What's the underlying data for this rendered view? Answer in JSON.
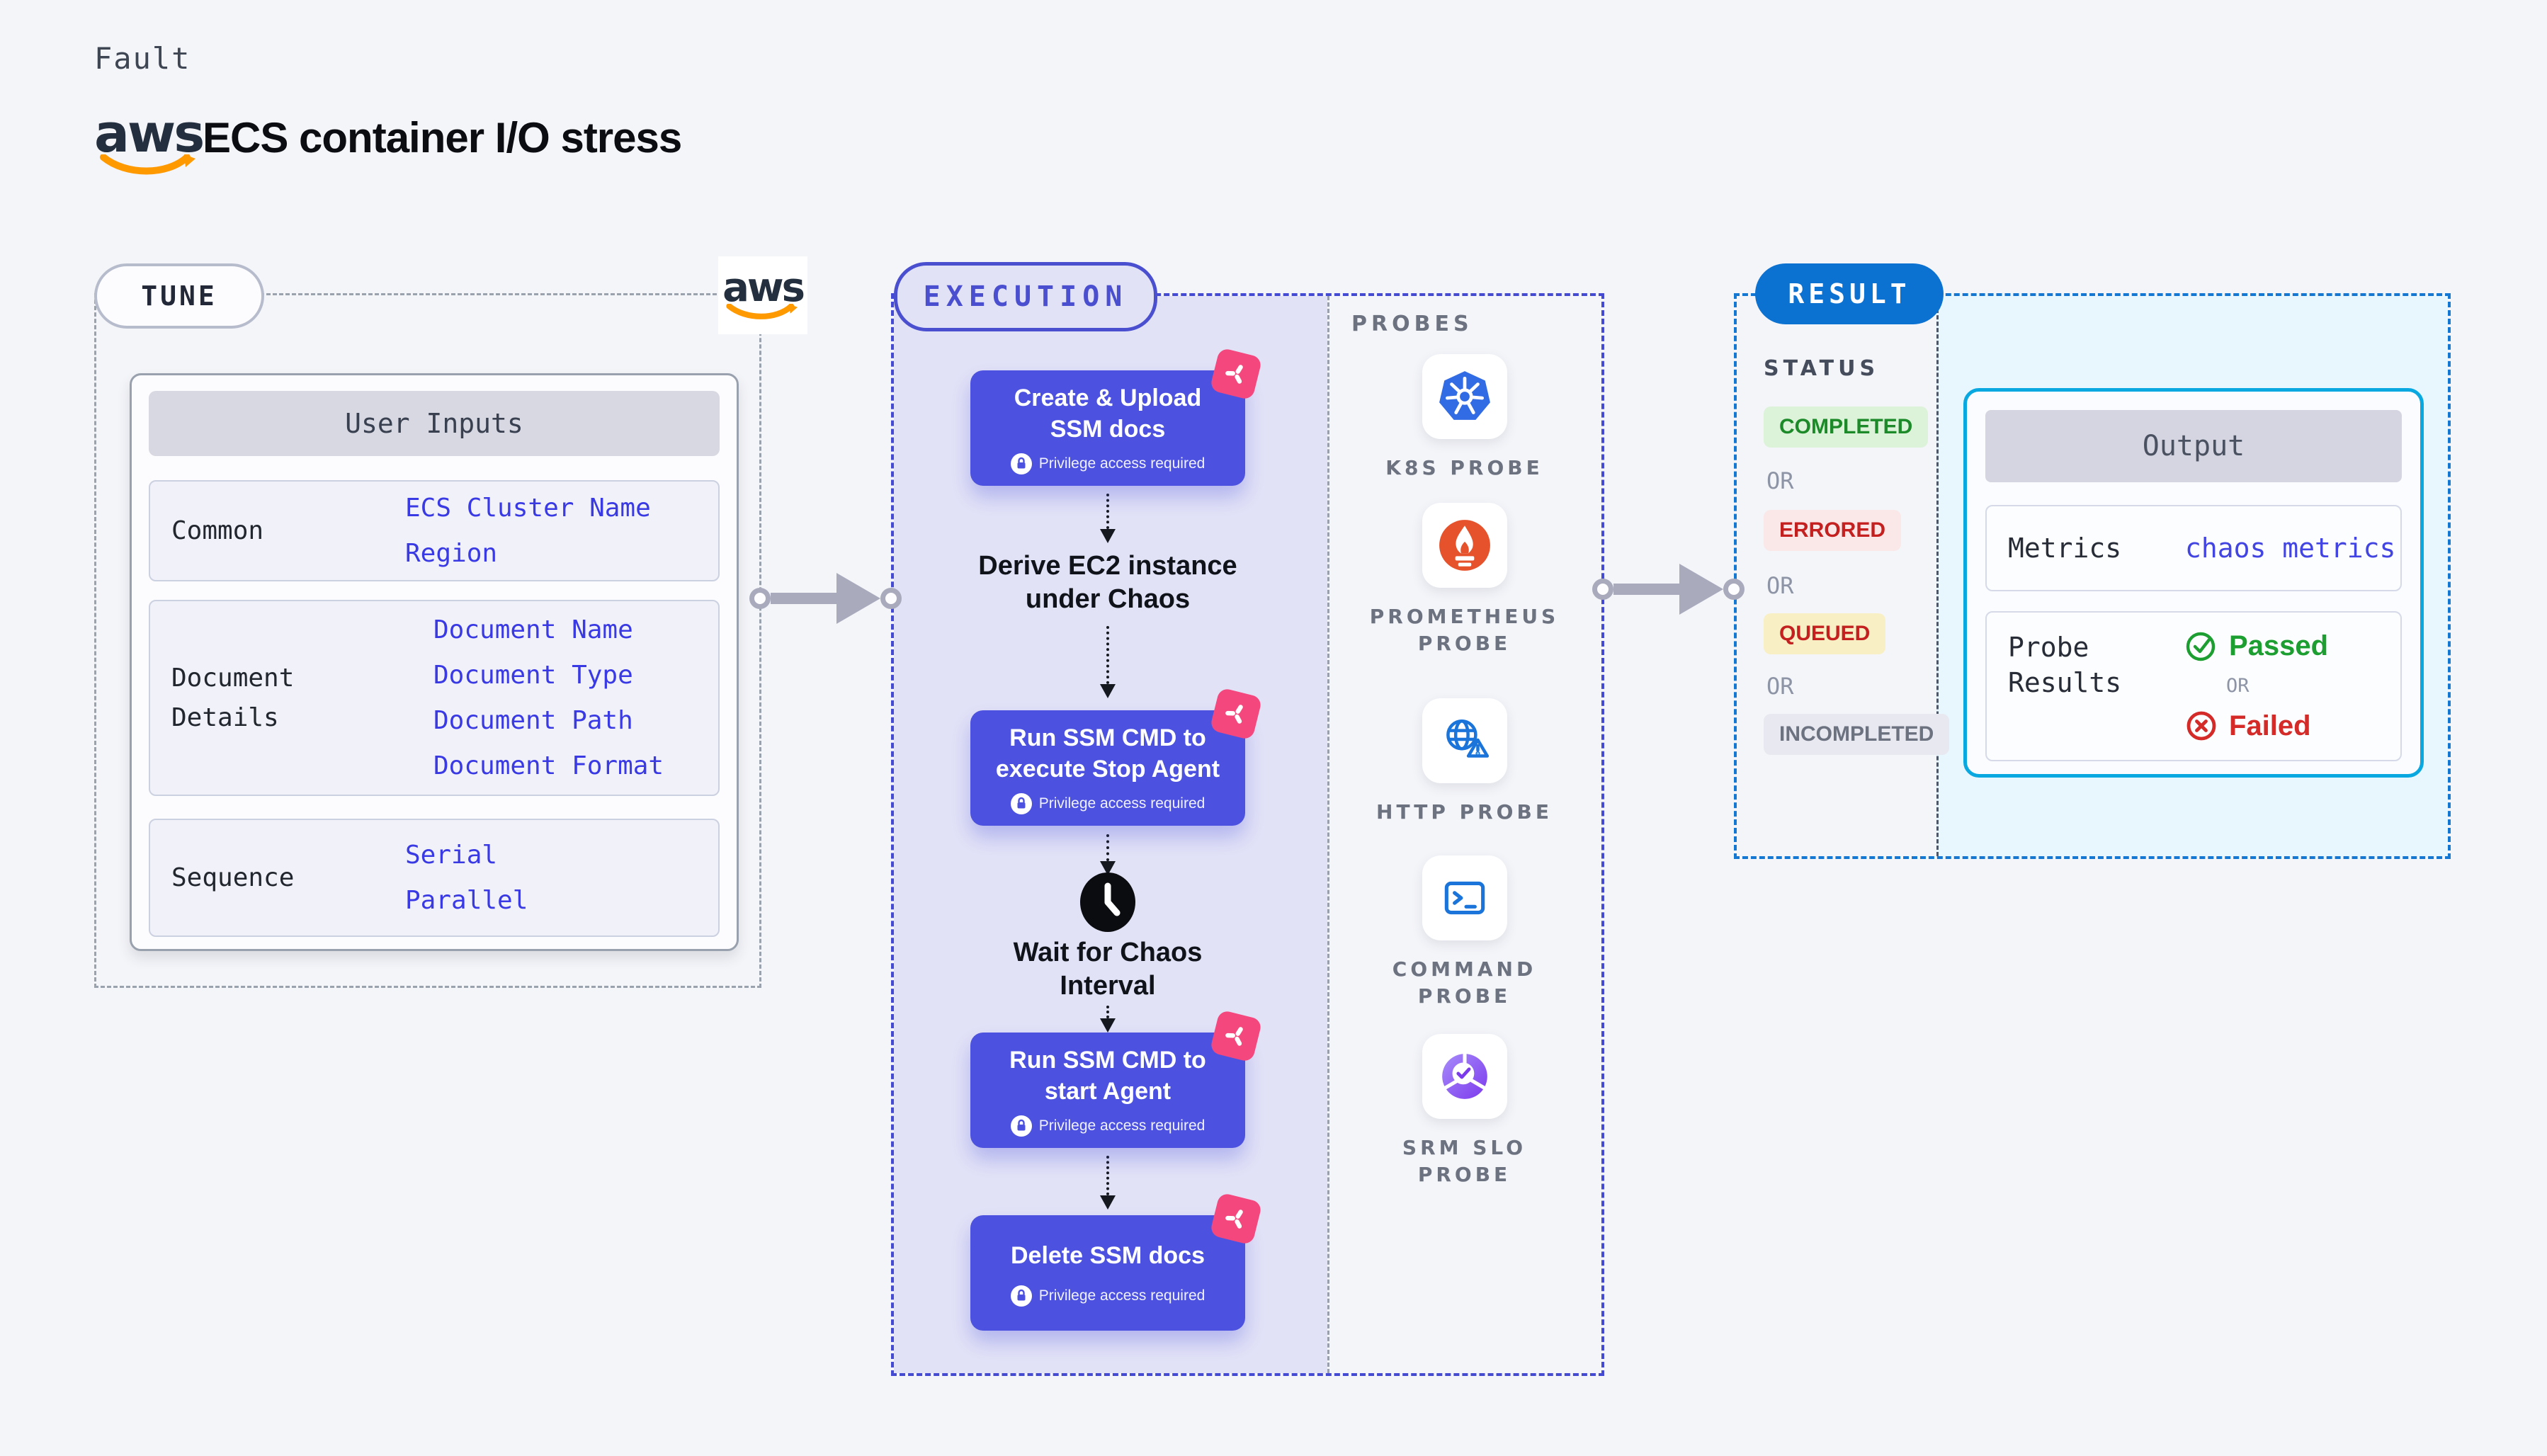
{
  "header": {
    "fault_label": "Fault",
    "title": "ECS container I/O stress",
    "aws_logo_text": "aws"
  },
  "tune": {
    "badge": "TUNE",
    "table": {
      "header": "User Inputs",
      "rows": [
        {
          "label": "Common",
          "values": [
            "ECS Cluster Name",
            "Region"
          ]
        },
        {
          "label": "Document Details",
          "values": [
            "Document Name",
            "Document Type",
            "Document Path",
            "Document Format"
          ]
        },
        {
          "label": "Sequence",
          "values": [
            "Serial",
            "Parallel"
          ]
        }
      ]
    }
  },
  "execution": {
    "badge": "EXECUTION",
    "privilege_label": "Privilege access required",
    "steps": {
      "card1": {
        "lines": [
          "Create & Upload",
          "SSM docs"
        ]
      },
      "derive": {
        "lines": [
          "Derive EC2 instance",
          "under Chaos"
        ]
      },
      "card2": {
        "lines": [
          "Run SSM CMD to",
          "execute Stop Agent"
        ]
      },
      "wait": {
        "lines": [
          "Wait for Chaos",
          "Interval"
        ]
      },
      "card3": {
        "lines": [
          "Run SSM CMD to",
          "start Agent"
        ]
      },
      "card4": {
        "lines": [
          "Delete SSM docs"
        ]
      }
    }
  },
  "probes": {
    "label": "PROBES",
    "items": [
      {
        "icon": "k8s-icon",
        "lines": [
          "K8S PROBE"
        ]
      },
      {
        "icon": "prometheus-icon",
        "lines": [
          "PROMETHEUS",
          "PROBE"
        ]
      },
      {
        "icon": "http-icon",
        "lines": [
          "HTTP PROBE"
        ]
      },
      {
        "icon": "command-icon",
        "lines": [
          "COMMAND",
          "PROBE"
        ]
      },
      {
        "icon": "srm-slo-icon",
        "lines": [
          "SRM SLO",
          "PROBE"
        ]
      }
    ]
  },
  "result": {
    "badge": "RESULT",
    "status_label": "STATUS",
    "or_label": "OR",
    "badges": [
      {
        "label": "COMPLETED",
        "text_color": "#1c8a28",
        "bg_color": "#dcf3da"
      },
      {
        "label": "ERRORED",
        "text_color": "#c3201f",
        "bg_color": "#fae8e8"
      },
      {
        "label": "QUEUED",
        "text_color": "#c3201f",
        "bg_color": "#f9efc5"
      },
      {
        "label": "INCOMPLETED",
        "text_color": "#6c7280",
        "bg_color": "#e8e8f0"
      }
    ],
    "output": {
      "header": "Output",
      "metrics_label": "Metrics",
      "metrics_value": "chaos metrics",
      "probe_results_label_lines": [
        "Probe",
        "Results"
      ],
      "passed_label": "Passed",
      "failed_label": "Failed"
    }
  },
  "colors": {
    "page_bg": "#f4f5f9",
    "indigo_accent": "#4c52df",
    "indigo_dash": "#444ad1",
    "lavender_fill": "#e2e2f7",
    "gray_dash": "#9aa2ae",
    "arrow_gray": "#a9abbd",
    "result_blue": "#0c72d2",
    "result_dash": "#1478d2",
    "cyan_fill": "#e8f6fd",
    "output_border": "#09a8e0",
    "pink_badge": "#f4477e",
    "value_blue": "#3a3ae4",
    "green": "#1c9e30",
    "red": "#d42a28",
    "aws_orange": "#ff9900",
    "k8s_blue": "#326ce5",
    "prometheus_orange": "#e6522c",
    "probe_icon_blue": "#1b74da",
    "srm_purple": "#7c3aed"
  }
}
